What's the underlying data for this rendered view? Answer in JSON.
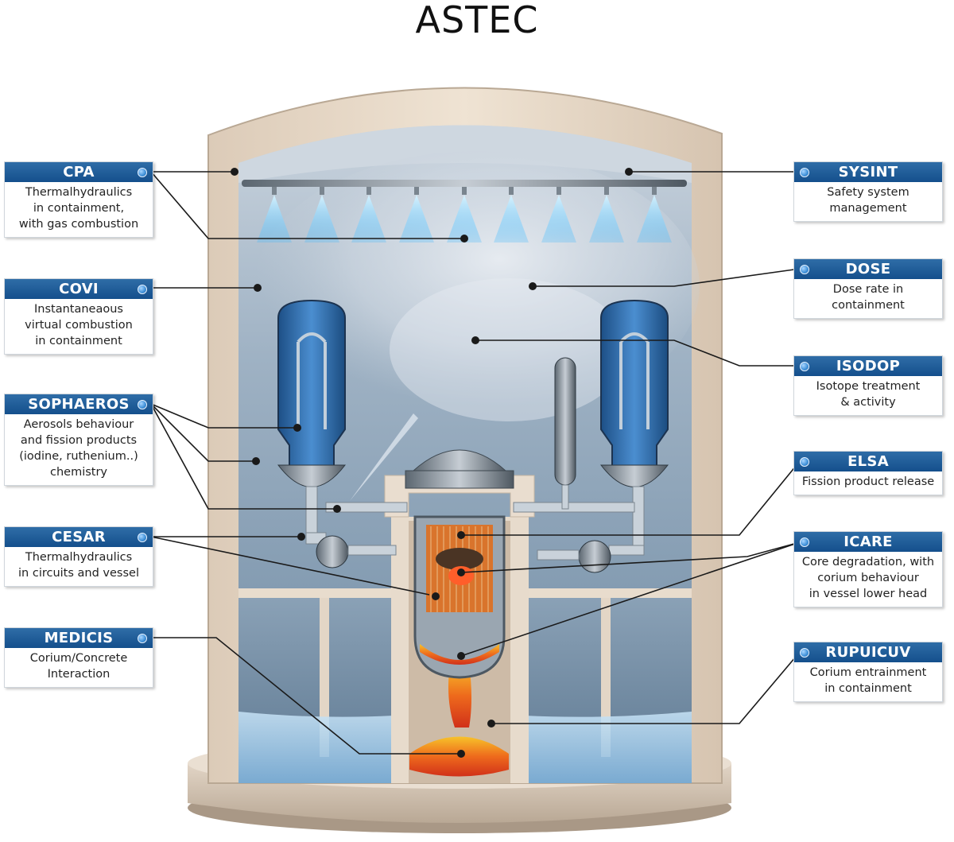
{
  "title": "ASTEC",
  "modules": [
    {
      "id": "cpa",
      "name": "CPA",
      "lines": [
        "Thermalhydraulics",
        "in containment,",
        "with gas combustion"
      ]
    },
    {
      "id": "covi",
      "name": "COVI",
      "lines": [
        "Instantaneaous",
        "virtual combustion",
        "in containment"
      ]
    },
    {
      "id": "sophaeros",
      "name": "SOPHAEROS",
      "lines": [
        "Aerosols behaviour",
        "and fission products",
        "(iodine, ruthenium..)",
        "chemistry"
      ]
    },
    {
      "id": "cesar",
      "name": "CESAR",
      "lines": [
        "Thermalhydraulics",
        "in circuits and vessel"
      ]
    },
    {
      "id": "medicis",
      "name": "MEDICIS",
      "lines": [
        "Corium/Concrete",
        "Interaction"
      ]
    },
    {
      "id": "sysint",
      "name": "SYSINT",
      "lines": [
        "Safety system",
        "management"
      ]
    },
    {
      "id": "dose",
      "name": "DOSE",
      "lines": [
        "Dose rate in",
        "containment"
      ]
    },
    {
      "id": "isodop",
      "name": "ISODOP",
      "lines": [
        "Isotope treatment",
        "& activity"
      ]
    },
    {
      "id": "elsa",
      "name": "ELSA",
      "lines": [
        "Fission product release"
      ]
    },
    {
      "id": "icare",
      "name": "ICARE",
      "lines": [
        "Core degradation, with",
        "corium behaviour",
        "in vessel lower head"
      ]
    },
    {
      "id": "rupuicuv",
      "name": "RUPUICUV",
      "lines": [
        "Corium entrainment",
        "in containment"
      ]
    }
  ]
}
